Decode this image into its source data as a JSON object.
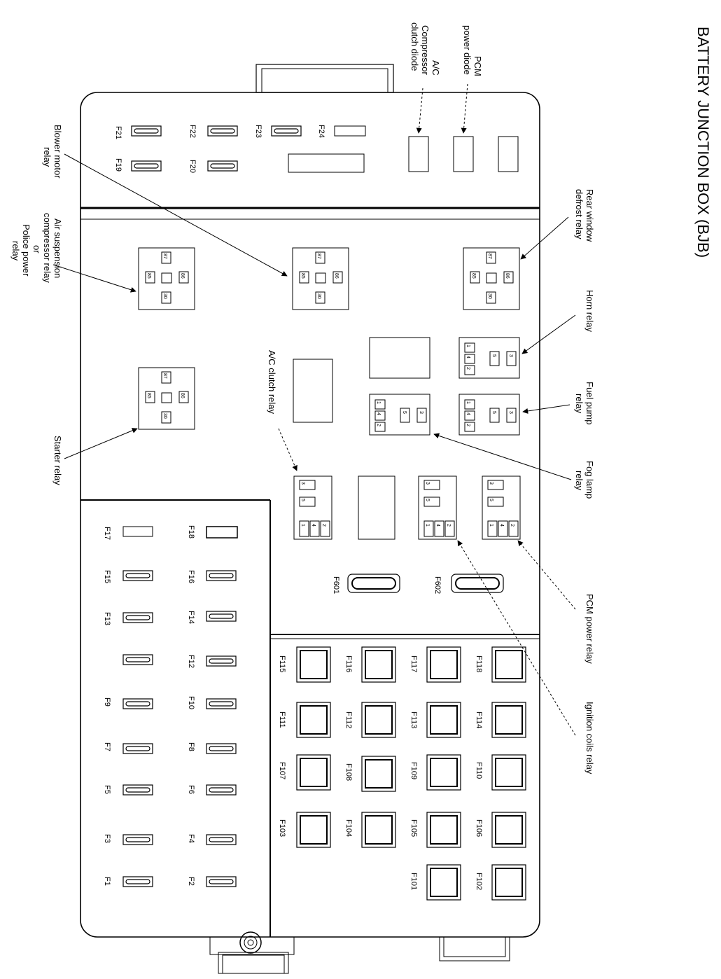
{
  "title": "BATTERY JUNCTION BOX (BJB)",
  "callouts": {
    "pcm_diode": [
      "PCM",
      "power diode"
    ],
    "ac_diode": [
      "A/C",
      "Compressor",
      "clutch diode"
    ],
    "blower": [
      "Blower motor",
      "relay"
    ],
    "air_susp": [
      "Air suspension",
      "compressor relay",
      "or",
      "Police power",
      "relay"
    ],
    "rear_defrost": [
      "Rear window",
      "defrost relay"
    ],
    "horn": [
      "Horn relay"
    ],
    "fuel_pump": [
      "Fuel pump",
      "relay"
    ],
    "starter": [
      "Starter relay"
    ],
    "ac_clutch": [
      "A/C clutch relay"
    ],
    "fog": [
      "Fog lamp",
      "relay"
    ],
    "pcm_power": [
      "PCM power relay"
    ],
    "ignition": [
      "Ignition coils relay"
    ]
  },
  "fuses_top": {
    "f21": "F21",
    "f22": "F22",
    "f23": "F23",
    "f24": "F24",
    "f19": "F19",
    "f20": "F20"
  },
  "fuses_left": {
    "f17": "F17",
    "f18": "F18",
    "f15": "F15",
    "f16": "F16",
    "f13": "F13",
    "f14": "F14",
    "f12": "F12",
    "f9": "F9",
    "f10": "F10",
    "f7": "F7",
    "f8": "F8",
    "f5": "F5",
    "f6": "F6",
    "f3": "F3",
    "f4": "F4",
    "f1": "F1",
    "f2": "F2"
  },
  "fuses_mid": {
    "f601": "F601",
    "f602": "F602"
  },
  "fuses_maxi": {
    "f115": "F115",
    "f116": "F116",
    "f117": "F117",
    "f118": "F118",
    "f111": "F111",
    "f112": "F112",
    "f113": "F113",
    "f114": "F114",
    "f107": "F107",
    "f108": "F108",
    "f109": "F109",
    "f110": "F110",
    "f103": "F103",
    "f104": "F104",
    "f105": "F105",
    "f106": "F106",
    "f101": "F101",
    "f102": "F102"
  },
  "relay_pins_iso": {
    "p87": "87",
    "p85": "85",
    "p86": "86",
    "p30": "30"
  },
  "relay_pins_micro": {
    "p1": "1",
    "p2": "2",
    "p3": "3",
    "p4": "4",
    "p5": "5"
  }
}
